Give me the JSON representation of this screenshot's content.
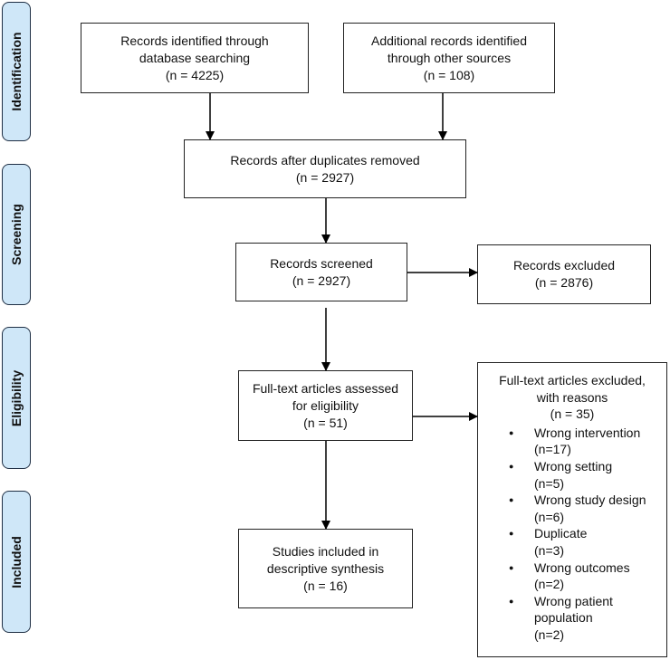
{
  "phases": {
    "identification": "Identification",
    "screening": "Screening",
    "eligibility": "Eligibility",
    "included": "Included"
  },
  "boxes": {
    "database": {
      "line1": "Records identified through",
      "line2": "database searching",
      "line3": "(n = 4225)"
    },
    "other": {
      "line1": "Additional records identified",
      "line2": "through other sources",
      "line3": "(n = 108)"
    },
    "duplicates": {
      "line1": "Records after duplicates removed",
      "line2": "(n = 2927)"
    },
    "screened": {
      "line1": "Records screened",
      "line2": "(n = 2927)"
    },
    "excluded": {
      "line1": "Records excluded",
      "line2": "(n = 2876)"
    },
    "fulltext": {
      "line1": "Full-text articles assessed",
      "line2": "for eligibility",
      "line3": "(n = 51)"
    },
    "included": {
      "line1": "Studies included in",
      "line2": "descriptive synthesis",
      "line3": "(n = 16)"
    }
  },
  "fulltext_excluded": {
    "line1": "Full-text articles excluded,",
    "line2": "with reasons",
    "line3": "(n = 35)",
    "reasons": [
      {
        "label": "Wrong intervention",
        "count": "(n=17)"
      },
      {
        "label": "Wrong setting",
        "count": "(n=5)"
      },
      {
        "label": "Wrong study design",
        "count": "(n=6)"
      },
      {
        "label": "Duplicate",
        "count": "(n=3)"
      },
      {
        "label": "Wrong outcomes",
        "count": "(n=2)"
      },
      {
        "label": "Wrong patient",
        "label2": "population",
        "count": "(n=2)"
      }
    ]
  }
}
